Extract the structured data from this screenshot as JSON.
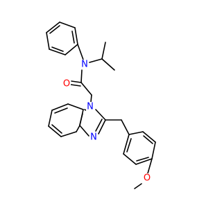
{
  "molecule": {
    "atoms": {
      "N_amide": {
        "text": "N",
        "color": "#0000ff"
      },
      "O_carbonyl": {
        "text": "O",
        "color": "#ff0000"
      },
      "N1_benzimidazole": {
        "text": "N",
        "color": "#0000ff"
      },
      "N3_benzimidazole": {
        "text": "N",
        "color": "#0000ff"
      },
      "O_methoxy": {
        "text": "O",
        "color": "#ff0000"
      }
    }
  }
}
